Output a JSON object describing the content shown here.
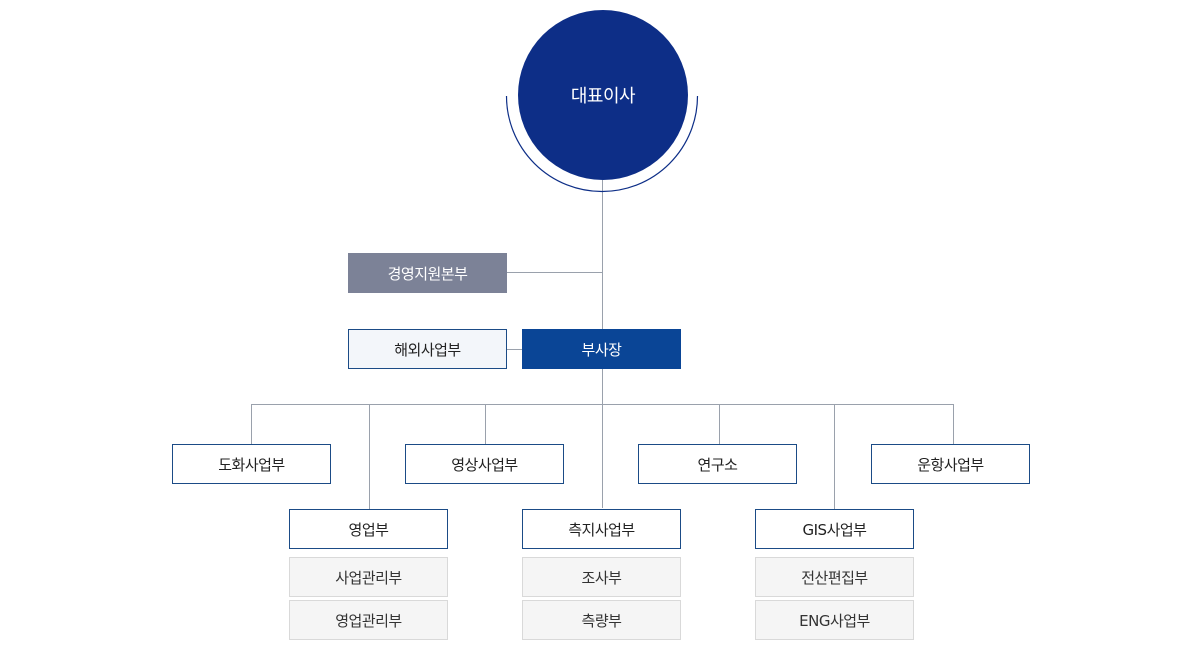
{
  "org": {
    "ceo": "대표이사",
    "management_support": "경영지원본부",
    "overseas_business": "해외사업부",
    "vice_president": "부사장",
    "divisions_top": [
      "도화사업부",
      "영상사업부",
      "연구소",
      "운항사업부"
    ],
    "divisions_bottom": [
      {
        "name": "영업부",
        "subs": [
          "사업관리부",
          "영업관리부"
        ]
      },
      {
        "name": "측지사업부",
        "subs": [
          "조사부",
          "측량부"
        ]
      },
      {
        "name": "GIS사업부",
        "subs": [
          "전산편집부",
          "ENG사업부"
        ]
      }
    ]
  },
  "colors": {
    "ceo": "#0d2e87",
    "vice_president": "#0a4596",
    "management_support": "#7c8297",
    "outline": "#1b4b86",
    "sub_fill": "#f5f5f5",
    "connector": "#9aa1ac"
  }
}
